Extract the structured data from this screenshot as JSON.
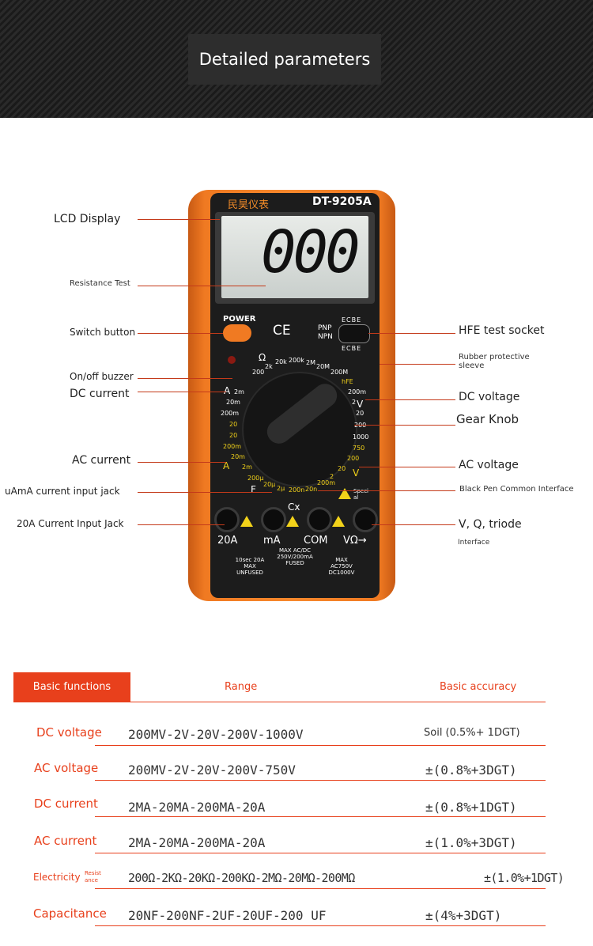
{
  "header": {
    "title": "Detailed parameters"
  },
  "meter": {
    "brand": "民昊仪表",
    "model": "DT-9205A",
    "display": "000",
    "power_label": "POWER",
    "ce_mark": "CE",
    "pnp": "PNP",
    "npn": "NPN",
    "socket_top": "ECBE",
    "socket_bottom": "ECBE",
    "ranges": {
      "ohm": "Ω",
      "r200": "200",
      "r2k": "2k",
      "r20k": "20k",
      "r200k": "200k",
      "r2m": "2M",
      "r20m": "20M",
      "r200m": "200M",
      "hfe": "hFE",
      "dca": "A",
      "dca_2m": "2m",
      "dca_20m": "20m",
      "dca_200m": "200m",
      "dca_20": "20",
      "aca_20": "20",
      "aca_200m": "200m",
      "aca_20m": "20m",
      "aca": "A",
      "aca_2m": "2m",
      "dcv": "V",
      "dcv_200m": "200m",
      "dcv_2": "2",
      "dcv_20": "20",
      "dcv_200": "200",
      "dcv_1000": "1000",
      "acv_750": "750",
      "acv_200": "200",
      "acv_20": "20",
      "acv": "V",
      "acv_2": "2",
      "acv_200m": "200m",
      "cap_f": "F",
      "cap_200u": "200μ",
      "cap_20u": "20μ",
      "cap_2u": "2μ",
      "cap_200n": "200n",
      "cap_20n": "20n",
      "cx": "Cx",
      "special": "Speci al"
    },
    "jacks": {
      "a20": "20A",
      "ma": "mA",
      "com": "COM",
      "vohm": "VΩ→"
    },
    "fine_print": {
      "left": "10sec 20A MAX UNFUSED",
      "mid": "MAX AC/DC 250V/200mA FUSED",
      "right": "MAX AC750V DC1000V"
    }
  },
  "callouts": {
    "lcd": "LCD Display",
    "resistance": "Resistance Test",
    "switch": "Switch button",
    "buzzer": "On/off buzzer",
    "dc_current": "DC current",
    "ac_current": "AC current",
    "uama": "uAmA current input jack",
    "a20": "20A Current Input Jack",
    "hfe": "HFE test socket",
    "rubber": "Rubber protective sleeve",
    "dc_voltage": "DC voltage",
    "gear": "Gear Knob",
    "ac_voltage": "AC voltage",
    "black_pen": "Black Pen Common Interface",
    "vq": "V, Q, triode",
    "interface": "Interface"
  },
  "table": {
    "headers": [
      "Basic functions",
      "Range",
      "Basic accuracy"
    ],
    "rows": [
      {
        "name": "DC voltage",
        "range": "200MV-2V-20V-200V-1000V",
        "accuracy": "Soil (0.5%+ 1DGT)"
      },
      {
        "name": "AC voltage",
        "range": "200MV-2V-20V-200V-750V",
        "accuracy": "±(0.8%+3DGT)"
      },
      {
        "name": "DC current",
        "range": "2MA-20MA-200MA-20A",
        "accuracy": "±(0.8%+1DGT)"
      },
      {
        "name": "AC current",
        "range": "2MA-20MA-200MA-20A",
        "accuracy": "±(1.0%+3DGT)"
      },
      {
        "name": "Electricity",
        "sub": "Resist ance",
        "range": "200Ω-2KΩ-20KΩ-200KΩ-2MΩ-20MΩ-200MΩ",
        "accuracy": "±(1.0%+1DGT)"
      },
      {
        "name": "Capacitance",
        "range": "20NF-200NF-2UF-20UF-200 UF",
        "accuracy": "±(4%+3DGT)"
      }
    ]
  },
  "colors": {
    "accent": "#e8401c",
    "orange": "#f7882c",
    "dark": "#1c1c1c"
  }
}
